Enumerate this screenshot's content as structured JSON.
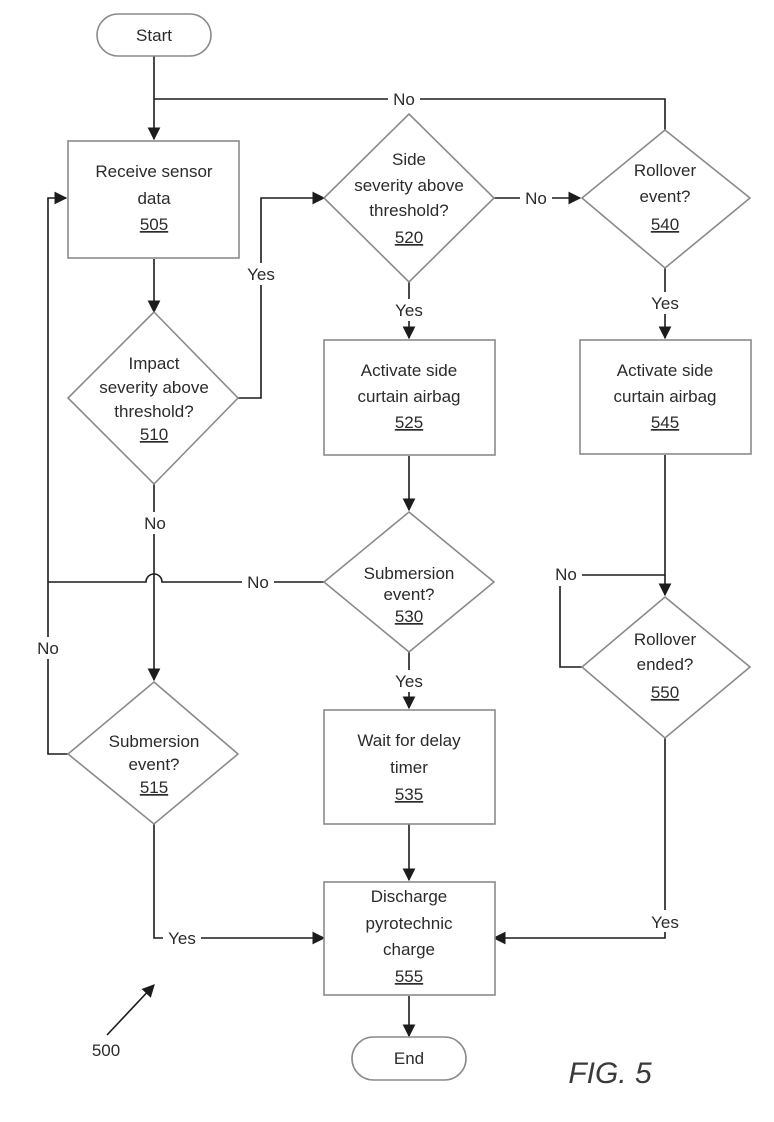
{
  "nodes": {
    "start": {
      "label": "Start"
    },
    "n505": {
      "lines": [
        "Receive sensor",
        "data"
      ],
      "ref": "505"
    },
    "n510": {
      "lines": [
        "Impact",
        "severity above",
        "threshold?"
      ],
      "ref": "510"
    },
    "n515": {
      "lines": [
        "Submersion",
        "event?"
      ],
      "ref": "515"
    },
    "n520": {
      "lines": [
        "Side",
        "severity above",
        "threshold?"
      ],
      "ref": "520"
    },
    "n525": {
      "lines": [
        "Activate side",
        "curtain airbag"
      ],
      "ref": "525"
    },
    "n530": {
      "lines": [
        "Submersion",
        "event?"
      ],
      "ref": "530"
    },
    "n535": {
      "lines": [
        "Wait for delay",
        "timer"
      ],
      "ref": "535"
    },
    "n540": {
      "lines": [
        "Rollover",
        "event?"
      ],
      "ref": "540"
    },
    "n545": {
      "lines": [
        "Activate side",
        "curtain airbag"
      ],
      "ref": "545"
    },
    "n550": {
      "lines": [
        "Rollover",
        "ended?"
      ],
      "ref": "550"
    },
    "n555": {
      "lines": [
        "Discharge",
        "pyrotechnic",
        "charge"
      ],
      "ref": "555"
    },
    "end": {
      "label": "End"
    }
  },
  "edge_labels": {
    "top_no": "No",
    "e510_yes": "Yes",
    "e510_no": "No",
    "e520_no": "No",
    "e520_yes": "Yes",
    "e540_yes": "Yes",
    "e530_no": "No",
    "e530_yes": "Yes",
    "e515_no": "No",
    "e515_yes": "Yes",
    "e550_no": "No",
    "e550_yes": "Yes"
  },
  "figure_ref": "500",
  "figure_caption": "FIG. 5"
}
